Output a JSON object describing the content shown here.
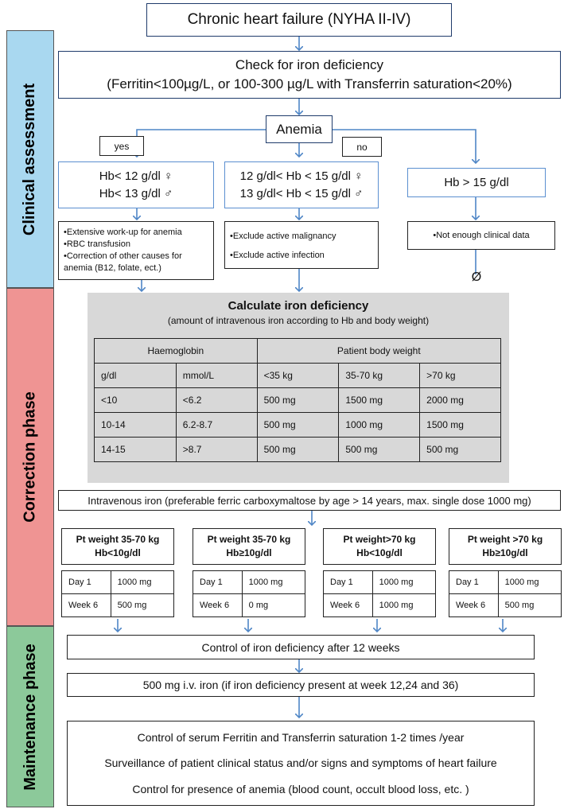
{
  "phases": {
    "clinical": "Clinical assessment",
    "correction": "Correction phase",
    "maintenance": "Maintenance phase"
  },
  "top": {
    "title": "Chronic heart failure (NYHA II-IV)",
    "check_line1": "Check for iron deficiency",
    "check_line2": "(Ferritin<100µg/L, or 100-300 µg/L with Transferrin saturation<20%)",
    "anemia": "Anemia",
    "yes": "yes",
    "no": "no"
  },
  "branches": {
    "left_line1": "Hb< 12 g/dl ♀",
    "left_line2": "Hb< 13 g/dl ♂",
    "mid_line1": "12 g/dl< Hb < 15 g/dl ♀",
    "mid_line2": "13 g/dl< Hb < 15 g/dl ♂",
    "right": "Hb > 15 g/dl",
    "left_bullets": [
      "•Extensive work-up for anemia",
      "•RBC transfusion",
      "•Correction of other causes for anemia (B12, folate, ect.)"
    ],
    "mid_bullets": [
      "•Exclude active malignancy",
      "•Exclude active infection"
    ],
    "right_bullets": [
      "•Not enough clinical data"
    ],
    "null_symbol": "Ø"
  },
  "calc": {
    "title": "Calculate iron deficiency",
    "subtitle": "(amount of intravenous iron according to Hb and body weight)",
    "head1": "Haemoglobin",
    "head2": "Patient body weight",
    "cols": [
      "g/dl",
      "mmol/L",
      "<35 kg",
      "35-70 kg",
      ">70 kg"
    ],
    "rows": [
      [
        "<10",
        "<6.2",
        "500 mg",
        "1500 mg",
        "2000 mg"
      ],
      [
        "10-14",
        "6.2-8.7",
        "500 mg",
        "1000 mg",
        "1500 mg"
      ],
      [
        "14-15",
        ">8.7",
        "500 mg",
        "500 mg",
        "500 mg"
      ]
    ]
  },
  "iv_iron": "Intravenous iron (preferable ferric carboxymaltose by age > 14 years, max. single dose 1000 mg)",
  "dosing": [
    {
      "head1": "Pt weight  35-70 kg",
      "head2": "Hb<10g/dl",
      "row1": [
        "Day 1",
        "1000 mg"
      ],
      "row2": [
        "Week 6",
        "500 mg"
      ]
    },
    {
      "head1": "Pt weight  35-70 kg",
      "head2": "Hb≥10g/dl",
      "row1": [
        "Day 1",
        "1000 mg"
      ],
      "row2": [
        "Week 6",
        "0 mg"
      ]
    },
    {
      "head1": "Pt weight>70 kg",
      "head2": "Hb<10g/dl",
      "row1": [
        "Day 1",
        "1000 mg"
      ],
      "row2": [
        "Week 6",
        "1000 mg"
      ]
    },
    {
      "head1": "Pt weight >70 kg",
      "head2": "Hb≥10g/dl",
      "row1": [
        "Day 1",
        "1000 mg"
      ],
      "row2": [
        "Week 6",
        "500 mg"
      ]
    }
  ],
  "maintenance": {
    "control12": "Control of iron deficiency after 12 weeks",
    "iv500": "500 mg i.v. iron (if iron deficiency present at week 12,24 and 36)",
    "final": [
      "Control of serum Ferritin and Transferrin saturation 1-2 times /year",
      "Surveillance of patient clinical status and/or signs and symptoms of heart failure",
      "Control for presence of anemia (blood count, occult blood loss, etc. )"
    ]
  },
  "colors": {
    "clinical": "#a9d8f0",
    "correction": "#ef9493",
    "maintenance": "#8cc99a",
    "calc_bg": "#d8d8d8",
    "arrow": "#4f86c6",
    "border_dark": "#1f3b6b"
  }
}
